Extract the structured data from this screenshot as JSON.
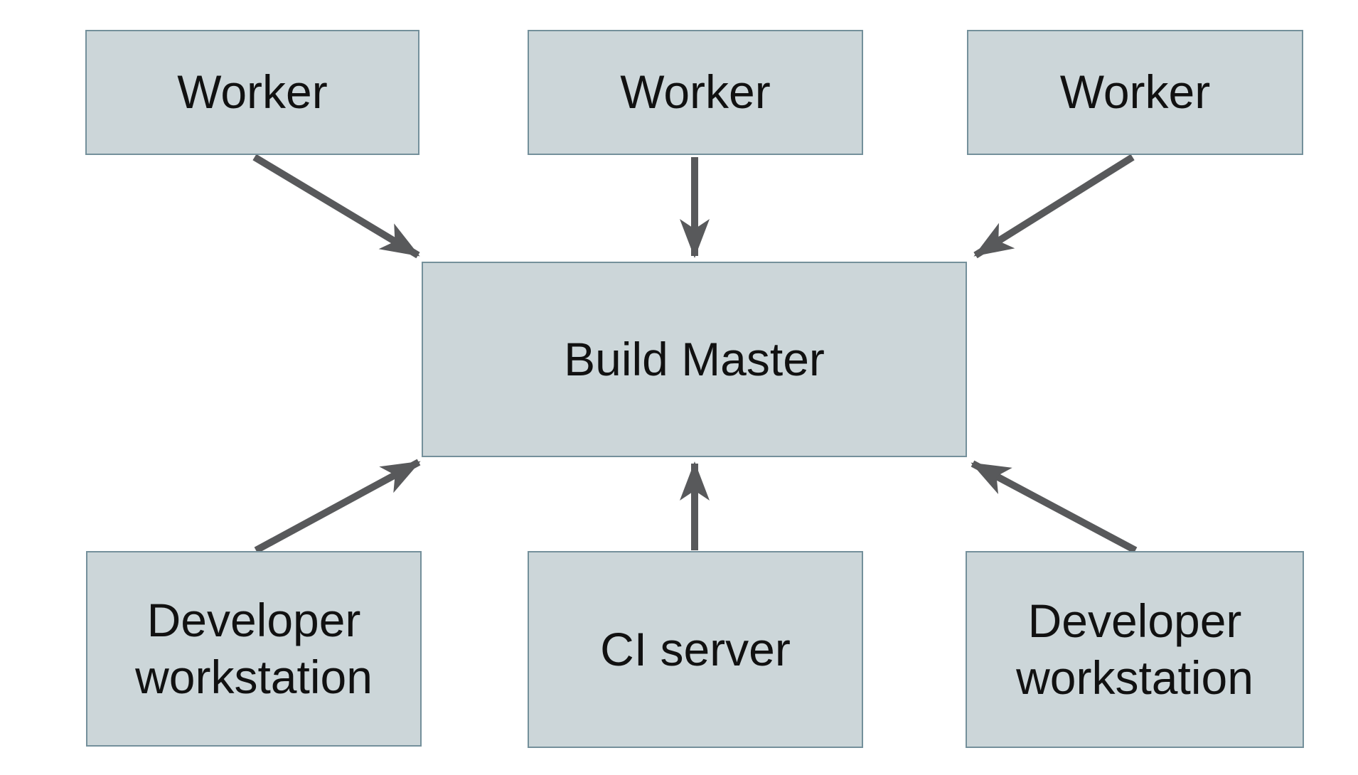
{
  "diagram": {
    "background_color": "#ffffff",
    "node_fill_color": "#ccd6d9",
    "node_border_color": "#74909b",
    "arrow_color": "#58595b",
    "text_color": "#111111",
    "nodes": [
      {
        "id": "worker-1",
        "label": "Worker"
      },
      {
        "id": "worker-2",
        "label": "Worker"
      },
      {
        "id": "worker-3",
        "label": "Worker"
      },
      {
        "id": "build-master",
        "label": "Build Master"
      },
      {
        "id": "developer-workstation-1",
        "label": "Developer workstation"
      },
      {
        "id": "ci-server",
        "label": "CI server"
      },
      {
        "id": "developer-workstation-2",
        "label": "Developer workstation"
      }
    ],
    "edges": [
      {
        "from": "worker-1",
        "to": "build-master"
      },
      {
        "from": "worker-2",
        "to": "build-master"
      },
      {
        "from": "worker-3",
        "to": "build-master"
      },
      {
        "from": "developer-workstation-1",
        "to": "build-master"
      },
      {
        "from": "ci-server",
        "to": "build-master"
      },
      {
        "from": "developer-workstation-2",
        "to": "build-master"
      }
    ]
  }
}
